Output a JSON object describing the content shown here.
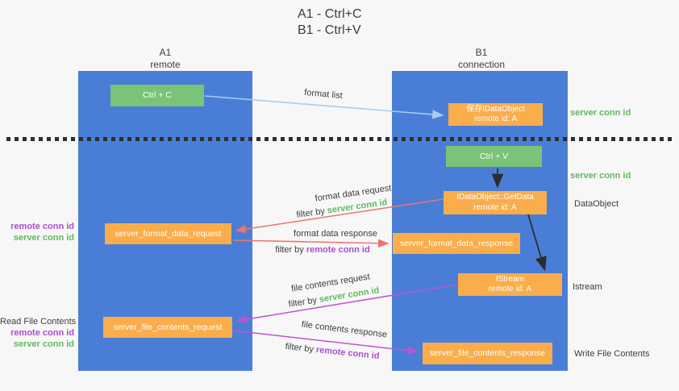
{
  "title": {
    "line1": "A1 - Ctrl+C",
    "line2": "B1 - Ctrl+V"
  },
  "columns": {
    "left": {
      "name": "A1",
      "role": "remote"
    },
    "right": {
      "name": "B1",
      "role": "connection"
    }
  },
  "boxes": {
    "ctrl_c": {
      "label": "Ctrl + C"
    },
    "save_dataobject": {
      "line1": "保存IDataObject",
      "line2": "remote id: A"
    },
    "ctrl_v": {
      "label": "Ctrl + V"
    },
    "getdata": {
      "line1": "IDataObject::GetData",
      "line2": "remote id: A"
    },
    "format_request": {
      "label": "server_format_data_request"
    },
    "format_response": {
      "label": "server_format_data_response"
    },
    "istream": {
      "line1": "IStream",
      "line2": "remote id: A"
    },
    "file_request": {
      "label": "server_file_contents_request"
    },
    "file_response": {
      "label": "server_file_contents_response"
    }
  },
  "flow_labels": {
    "format_list": "format list",
    "format_data_request": "format data request",
    "format_data_response": "format data response",
    "file_contents_request": "file contents request",
    "file_contents_response": "file contents response",
    "filter_by_prefix": "filter by ",
    "server_conn_id": "server conn id",
    "remote_conn_id": "remote conn id"
  },
  "side_labels": {
    "server_conn_id_top": "server conn id",
    "server_conn_id_mid": "server conn id",
    "dataobject": "DataObject",
    "istream": "Istream",
    "write_file_contents": "Write File Contents",
    "read_file_contents": "Read File Contents",
    "remote_conn_id": "remote conn id",
    "server_conn_id": "server conn id"
  },
  "colors": {
    "bg": "#f7f7f7",
    "column-blue": "#4a7ed6",
    "box-green": "#7ac379",
    "box-orange": "#f9ad4b",
    "text-dark": "#3d3d3d",
    "text-green": "#5cba5e",
    "text-purple": "#ab4fcf",
    "arrow-blue": "#a7cdee",
    "arrow-red": "#ec7472",
    "arrow-purple": "#bd55cf",
    "arrow-black": "#2d2d2d"
  }
}
